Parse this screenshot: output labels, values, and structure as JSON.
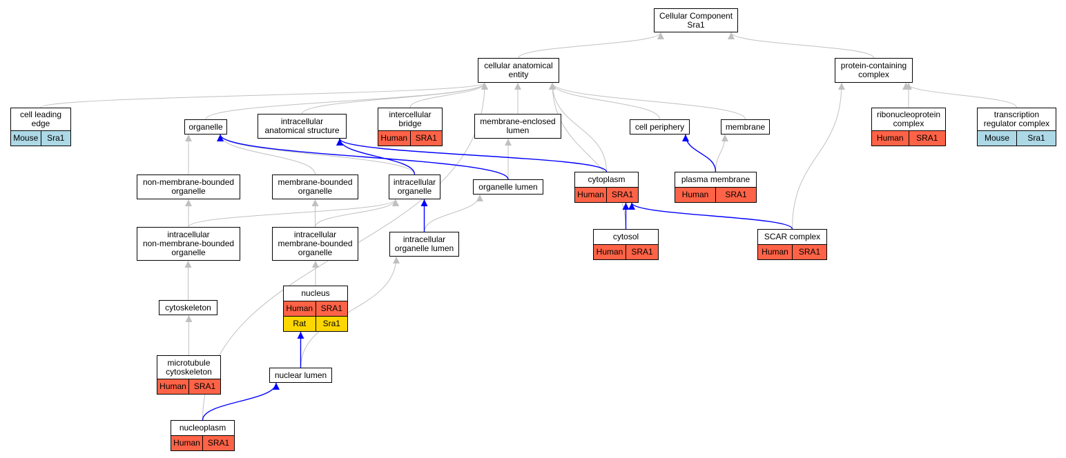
{
  "diagram": {
    "colors": {
      "Human": "#ff6347",
      "Mouse": "#add8e6",
      "Rat": "#ffd700",
      "edge_is_a": "#c0c0c0",
      "edge_part_of": "#0000ff"
    },
    "nodes": [
      {
        "id": "root",
        "label": "Cellular Component\nSra1",
        "annotations": []
      },
      {
        "id": "cae",
        "label": "cellular anatomical\nentity",
        "annotations": []
      },
      {
        "id": "pcc",
        "label": "protein-containing\ncomplex",
        "annotations": []
      },
      {
        "id": "cle",
        "label": "cell leading\nedge",
        "annotations": [
          {
            "species": "Mouse",
            "gene": "Sra1"
          }
        ]
      },
      {
        "id": "org",
        "label": "organelle",
        "annotations": []
      },
      {
        "id": "ias",
        "label": "intracellular\nanatomical structure",
        "annotations": []
      },
      {
        "id": "icb",
        "label": "intercellular\nbridge",
        "annotations": [
          {
            "species": "Human",
            "gene": "SRA1"
          }
        ]
      },
      {
        "id": "mel",
        "label": "membrane-enclosed\nlumen",
        "annotations": []
      },
      {
        "id": "cp",
        "label": "cell periphery",
        "annotations": []
      },
      {
        "id": "mem",
        "label": "membrane",
        "annotations": []
      },
      {
        "id": "rnp",
        "label": "ribonucleoprotein\ncomplex",
        "annotations": [
          {
            "species": "Human",
            "gene": "SRA1"
          }
        ]
      },
      {
        "id": "trc",
        "label": "transcription\nregulator complex",
        "annotations": [
          {
            "species": "Mouse",
            "gene": "Sra1"
          }
        ]
      },
      {
        "id": "nmbo",
        "label": "non-membrane-bounded\norganelle",
        "annotations": []
      },
      {
        "id": "mbo",
        "label": "membrane-bounded\norganelle",
        "annotations": []
      },
      {
        "id": "io",
        "label": "intracellular\norganelle",
        "annotations": []
      },
      {
        "id": "ol",
        "label": "organelle lumen",
        "annotations": []
      },
      {
        "id": "cyto",
        "label": "cytoplasm",
        "annotations": [
          {
            "species": "Human",
            "gene": "SRA1"
          }
        ]
      },
      {
        "id": "pm",
        "label": "plasma membrane",
        "annotations": [
          {
            "species": "Human",
            "gene": "SRA1"
          }
        ]
      },
      {
        "id": "inmbo",
        "label": "intracellular\nnon-membrane-bounded\norganelle",
        "annotations": []
      },
      {
        "id": "imbo",
        "label": "intracellular\nmembrane-bounded\norganelle",
        "annotations": []
      },
      {
        "id": "iol",
        "label": "intracellular\norganelle lumen",
        "annotations": []
      },
      {
        "id": "cytosol",
        "label": "cytosol",
        "annotations": [
          {
            "species": "Human",
            "gene": "SRA1"
          }
        ]
      },
      {
        "id": "scar",
        "label": "SCAR complex",
        "annotations": [
          {
            "species": "Human",
            "gene": "SRA1"
          }
        ]
      },
      {
        "id": "csk",
        "label": "cytoskeleton",
        "annotations": []
      },
      {
        "id": "nuc",
        "label": "nucleus",
        "annotations": [
          {
            "species": "Human",
            "gene": "SRA1"
          },
          {
            "species": "Rat",
            "gene": "Sra1"
          }
        ]
      },
      {
        "id": "mtc",
        "label": "microtubule\ncytoskeleton",
        "annotations": [
          {
            "species": "Human",
            "gene": "SRA1"
          }
        ]
      },
      {
        "id": "nl",
        "label": "nuclear lumen",
        "annotations": []
      },
      {
        "id": "np",
        "label": "nucleoplasm",
        "annotations": [
          {
            "species": "Human",
            "gene": "SRA1"
          }
        ]
      }
    ],
    "edges": [
      {
        "from": "cae",
        "to": "root",
        "type": "is_a"
      },
      {
        "from": "pcc",
        "to": "root",
        "type": "is_a"
      },
      {
        "from": "cle",
        "to": "cae",
        "type": "is_a"
      },
      {
        "from": "org",
        "to": "cae",
        "type": "is_a"
      },
      {
        "from": "ias",
        "to": "cae",
        "type": "is_a"
      },
      {
        "from": "icb",
        "to": "cae",
        "type": "is_a"
      },
      {
        "from": "mel",
        "to": "cae",
        "type": "is_a"
      },
      {
        "from": "cp",
        "to": "cae",
        "type": "is_a"
      },
      {
        "from": "mem",
        "to": "cae",
        "type": "is_a"
      },
      {
        "from": "cyto",
        "to": "cae",
        "type": "is_a"
      },
      {
        "from": "np",
        "to": "cae",
        "type": "is_a"
      },
      {
        "from": "cytosol",
        "to": "cae",
        "type": "is_a"
      },
      {
        "from": "rnp",
        "to": "pcc",
        "type": "is_a"
      },
      {
        "from": "trc",
        "to": "pcc",
        "type": "is_a"
      },
      {
        "from": "scar",
        "to": "pcc",
        "type": "is_a"
      },
      {
        "from": "nmbo",
        "to": "org",
        "type": "is_a"
      },
      {
        "from": "mbo",
        "to": "org",
        "type": "is_a"
      },
      {
        "from": "io",
        "to": "org",
        "type": "is_a"
      },
      {
        "from": "ol",
        "to": "mel",
        "type": "is_a"
      },
      {
        "from": "pm",
        "to": "mem",
        "type": "is_a"
      },
      {
        "from": "inmbo",
        "to": "nmbo",
        "type": "is_a"
      },
      {
        "from": "inmbo",
        "to": "io",
        "type": "is_a"
      },
      {
        "from": "imbo",
        "to": "mbo",
        "type": "is_a"
      },
      {
        "from": "imbo",
        "to": "io",
        "type": "is_a"
      },
      {
        "from": "iol",
        "to": "ol",
        "type": "is_a"
      },
      {
        "from": "csk",
        "to": "inmbo",
        "type": "is_a"
      },
      {
        "from": "nuc",
        "to": "imbo",
        "type": "is_a"
      },
      {
        "from": "mtc",
        "to": "csk",
        "type": "is_a"
      },
      {
        "from": "nl",
        "to": "iol",
        "type": "is_a"
      },
      {
        "from": "io",
        "to": "ias",
        "type": "part_of"
      },
      {
        "from": "ol",
        "to": "org",
        "type": "part_of"
      },
      {
        "from": "cyto",
        "to": "ias",
        "type": "part_of"
      },
      {
        "from": "pm",
        "to": "cp",
        "type": "part_of"
      },
      {
        "from": "iol",
        "to": "io",
        "type": "part_of"
      },
      {
        "from": "cytosol",
        "to": "cyto",
        "type": "part_of"
      },
      {
        "from": "scar",
        "to": "cyto",
        "type": "part_of"
      },
      {
        "from": "nl",
        "to": "nuc",
        "type": "part_of"
      },
      {
        "from": "np",
        "to": "nl",
        "type": "part_of"
      }
    ]
  }
}
